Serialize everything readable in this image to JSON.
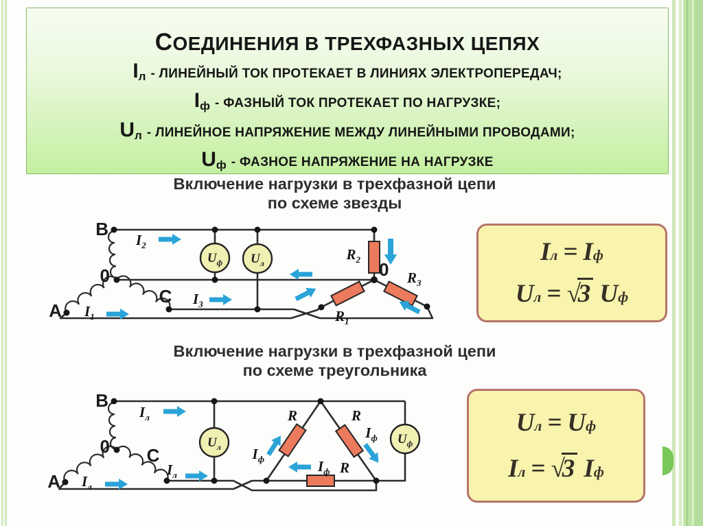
{
  "colors": {
    "panel_green_top": "#f7fdf2",
    "panel_green_bottom": "#c4efa0",
    "formula_bg": "#f8f3ad",
    "formula_border": "#b5736b",
    "resistor": "#ec7a5c",
    "meter": "#eff0b2",
    "arrow": "#2aa3d8",
    "wire": "#2c2c2c",
    "stripe_green": "#b4dd9d",
    "leaf_green": "#79c659"
  },
  "header": {
    "title": "СОЕДИНЕНИЯ В ТРЕХФАЗНЫХ ЦЕПЯХ",
    "definitions": [
      {
        "sym": "I",
        "sub": "л",
        "text": "- ЛИНЕЙНЫЙ ТОК ПРОТЕКАЕТ В ЛИНИЯХ ЭЛЕКТРОПЕРЕДАЧ;"
      },
      {
        "sym": "I",
        "sub": "ф",
        "text": "- ФАЗНЫЙ ТОК ПРОТЕКАЕТ ПО НАГРУЗКЕ;"
      },
      {
        "sym": "U",
        "sub": "л",
        "text": "- ЛИНЕЙНОЕ НАПРЯЖЕНИЕ МЕЖДУ ЛИНЕЙНЫМИ ПРОВОДАМИ;"
      },
      {
        "sym": "U",
        "sub": "ф",
        "text": "- ФАЗНОЕ НАПРЯЖЕНИЕ НА НАГРУЗКЕ"
      }
    ]
  },
  "star": {
    "title1": "Включение нагрузки в трехфазной цепи",
    "title2": "по схеме звезды",
    "labels": {
      "gen_b": "B",
      "gen_0": "0",
      "gen_a": "A",
      "gen_c": "C",
      "load_0": "0",
      "i2_base": "I",
      "i2_sub": "2",
      "i3_base": "I",
      "i3_sub": "3",
      "i1_base": "I",
      "i1_sub": "1",
      "meter_phase_base": "U",
      "meter_phase_sub": "ф",
      "meter_line_base": "U",
      "meter_line_sub": "л",
      "r2_base": "R",
      "r2_sub": "2",
      "r1_base": "R",
      "r1_sub": "1",
      "r3_base": "R",
      "r3_sub": "3"
    },
    "formula": {
      "l1_lhs": "I",
      "l1_lhs_sub": "л",
      "l1_eq": "=",
      "l1_rhs": "I",
      "l1_rhs_sub": "ф",
      "l2_lhs": "U",
      "l2_lhs_sub": "л",
      "l2_eq": "=",
      "l2_rad": "√",
      "l2_radn": "3",
      "l2_rhs": "U",
      "l2_rhs_sub": "ф"
    }
  },
  "delta": {
    "title1": "Включение нагрузки в трехфазной цепи",
    "title2": "по схеме треугольника",
    "labels": {
      "gen_b": "B",
      "gen_0": "0",
      "gen_a": "A",
      "gen_c": "C",
      "il_base": "I",
      "il_sub": "л",
      "if_base": "I",
      "if_sub": "ф",
      "meter_line_base": "U",
      "meter_line_sub": "л",
      "meter_phase_base": "U",
      "meter_phase_sub": "ф",
      "r": "R"
    },
    "formula": {
      "l1_lhs": "U",
      "l1_lhs_sub": "л",
      "l1_eq": "=",
      "l1_rhs": "U",
      "l1_rhs_sub": "ф",
      "l2_lhs": "I",
      "l2_lhs_sub": "л",
      "l2_eq": "=",
      "l2_rad": "√",
      "l2_radn": "3",
      "l2_rhs": "I",
      "l2_rhs_sub": "ф"
    }
  }
}
